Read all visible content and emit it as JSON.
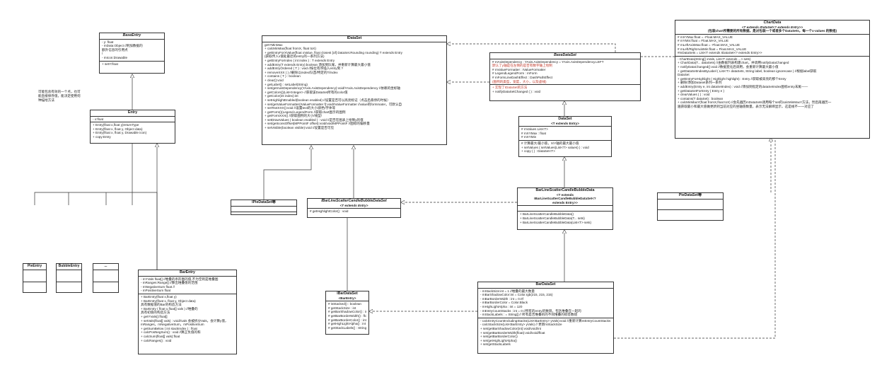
{
  "classes": {
    "baseentry": {
      "name": "BaseEntry",
      "attrs": [
        "- y: float",
        "- mData:Object //附加数据的",
        "额外信息的引用点",
        "/",
        "- mIcon:Drawable"
      ],
      "methods": [
        "+ setY:float"
      ]
    },
    "entry": {
      "name": "Entry",
      "attrs": [
        "- x:float"
      ],
      "methods": [
        "+ Entry(float x,float y)returnType",
        "+ Entry(float x, float y, Object data)",
        "+ Entry(float x, float y, Drawable icon)",
        "+ copy:Entry"
      ]
    },
    "idataset": {
      "name": "IDataSet",
      "methods": [
        "getYMinMax",
        "+ calcMinMax(float fromX, float toX)",
        "+ getEntryForXValue(float xValue, float closest [of] DataSet.Rounding rounding) T extends Entry",
        "(获取传入x值处最近的entry的一系列方法)",
        "+ getEntryForIndex ( int index ) : T extends Entry",
        "+ addEntry(T extends Entry):boolean 添加到队尾，并重新计算最大最小值",
        "+ addEntryOrdered ( T ) : void //按位有序插入entry到 ?",
        "+ removeXXX ( ) //删除以Index/队首/特定的T/index",
        "+ contains ( T ) : boolean",
        "+ clear():void",
        "+ getLabel() : setLabel(String)",
        "+ set/getAxisDependency(YAxis.AxisDependency):void/YAxis.AxisDependency //依赖的坐标轴",
        "+ getColors()(List<Integer> //获取该DataSet所有的color值",
        "+ getColor(int index):int",
        "+ setHighlightEnabled(boolean enabled) //设置是否可以高亮标记（点击后悬停的时候）",
        "+ set/getValueFormatter(IValueFormatter f):void/IValueFormatter //value的formmater，可默认自",
        "+ setTextXXX():void //设置text的大小/颜色/字体等",
        "+ getForm()(Legend.LegendForm //获取chart图示的图例",
        "+ getFormXXX() //获取图例的大小/线型/",
        "+ setDrawValues ( boolean enabled ) : void //是否在图表上绘制y的值",
        "+ set/getIconsOffset(MPPointF offset):void/void/MPPointF //图标的偏移量",
        "+ setVisible(boolean visible):void //设置是否可见"
      ]
    },
    "basedataset": {
      "name": "BaseDataSet",
      "attrs": [
        "# mAxisDependency : YAxis.AxisDependency = YAxis.AxisDependency.LEFT",
        "默认了y轴是在左侧的是否有数字轴上绘制",
        "# mValueFormatter : IValueFormatter",
        "# LegendLegendForm : mForm",
        "# mFormLineDashEffect : DashPathEffect",
        "(图例的类型，宽度，大小，以及虚线)"
      ],
      "methods": [
        "+ 实现了IDataSet的方法",
        "+ notifyDataSetChanged ( ) : void"
      ]
    },
    "chartdata": {
      "name": "ChartData",
      "stereo1": "<T extends IDataSet<? extends Entry>>",
      "stereo2": "(包装chart所需要的所有数据，是对包装一个或者多个DataSets，每一个x-values 的数组)",
      "attrs": [
        "# mXYMax:float = -Float.MAX_VALUE",
        "# mYMin:float = Float.MAX_VALUE",
        "# mLeftAxisMax:float = -Float.MAX_VALUE",
        "# mLeft/RightAxisMin:float = Float.MAX_VALUE",
        "",
        "#mDataSets = List<T extends IDataSet<? extends Entry>>"
      ],
      "methods": [
        "- ChartData(String[] xVals, List<T extends ...> sets)",
        "+ ChartData(T... dataSets) //由数据列表构建chart，并调用notifyDataChanged",
        "+ notifyDataChanged():void //数据变化后调用，会重新计算最大最小值",
        "+ getDataSetIndexByLabel ( List<T> dataSets, String label, boolean ignorecase ) //根据label获取",
        "DataSet",
        "+ getEntryForHighlight ( Highlight highlight) : Entry //获取被高亮的那个Entry",
        "+ 删除/添加Dataset系列一系列",
        "+ addEntry(Entry e, int dataSetIndex) : void //添加到指定的dataSetIndex图标entry末尾——",
        "+ getDataSetForEntry ( Entry e )",
        "+ clearValues ( ) : void",
        "+ contains(T dataSet) : boolean",
        "+ calcMinMaxY(float fromX,float toX) //会先遍历mDataSets调用每个set的calcMinMaxY方法，然后再遍历一",
        "遍获取最小和最大值做更新到当前对应的坐轴值数量，表示无法解绑显示，这是线不一一对应了"
      ]
    },
    "dataset": {
      "name": "DataSet",
      "stereo": "<T extends Entry>",
      "attrs": [
        "# mValues List<T>",
        "# mXYMax : float",
        "# mXYMin"
      ],
      "methods": [
        "# 计算最大/最小值，X/Y轴的最大最小值",
        "+ setValues ( setValues(List<T> values) ) : void",
        "+ copy ( ) : DataSet<T>"
      ]
    },
    "barline": {
      "name": "BarLineScatterCandleBubbleData",
      "stereo1": "<T extends",
      "stereo2": "IBarLineScatterCandleBubbleDataSet<?",
      "stereo3": "extends Entry>>",
      "methods": [
        "+ BarLineScatterCandleBubbleData()",
        "+ BarLineScatterCandleBubbleData(T... sets)",
        "+ BarLineScatterCandleBubbleData(List<T> sets)"
      ]
    },
    "ipiedataset": {
      "name": "IPieDataSet等"
    },
    "ibarline": {
      "name": "IBarLineScatterCandleBubbleDataSet",
      "stereo": "<T extends Entry>",
      "methods": [
        "# getHighlightColor() : void"
      ]
    },
    "piedataset": {
      "name": "PieDataSet等"
    },
    "pieentry": {
      "name": "PieEntry"
    },
    "bubbleentry": {
      "name": "BubbleEntry"
    },
    "ellipsis": {
      "name": "..."
    },
    "barentry": {
      "name": "BarEntry",
      "attrs": [
        "- mYVals float[] //堆叠的条形图的值,不为空则是堆叠图",
        "- mRanges:Range[] //算出堆叠值的范围",
        "- mNegativeSum float //",
        "- mPositiveSum float"
      ],
      "methods": [
        "+ BarEntry(float x,float y)",
        "+ BarEntry(float x, float y, Object data)",
        "  具有数据值的Bar的构造方法",
        "+ BarEntry ( float x,float[] vals ) //堆叠的",
        "  具有初值的构造方法",
        "+ getYVals():float[]",
        "+ setVals(float[] vals) : void//vals 会被拆分Vals，会计算y值，",
        "mRanges，mNegativeSum，mPositiveSum",
        "+ getSumBelow ( int stackIndex ) : float",
        "+ calcPosNegSum() : void //算正负值的和",
        "+ calcSum(float[] vals):float",
        "+ calcRanges() : void"
      ]
    },
    "ibardataset": {
      "name": "IBarDataSet",
      "stereo": "<BarEntry>",
      "methods": [
        "# isStacked() : boolean",
        "# getStackSize : int",
        "# getBarShadowColor() : int",
        "# getBarBorderWidth() : float",
        "# getBarBorderColor() : int",
        "# getHighLightAlpha() : int",
        "# getStackLabels() : String[]"
      ]
    },
    "bardataset": {
      "name": "BarDataSet",
      "attrs": [
        "- mStackSize:int = 1 //堆叠的最大数量",
        "- mBarShadowColor:int = Color.rgb(215, 215, 215)",
        "- mBarBorderWidth : int = 0.0f",
        "- mBarBorderColor = Color.Black",
        "- mHighLightAlpha : int = 120",
        "- mEntryCountStacks : int = 0 //所有的entry的数目，包括堆叠在一起的",
        "- mStackLabels : = String[] // 所有是否堆叠的的不同堆叠的标签数组"
      ],
      "methods": [
        "- calcEntryCountIncludingStacks(List<BarEntry> yVals):void //重新计算mEntryCountStacks",
        "- calcStackSize(List<BarEntry> yVals) // 更新mStackSize",
        "+ set/getBarShadowColor(int):void/void/int",
        "+ set/getBarBorderWidth(float):void/void/float",
        "+ set/getBarBorderColor()",
        "+ set/getHighLightAlpha()",
        "+ set/getStackLabels"
      ]
    }
  },
  "notes": {
    "entry_note": [
      "可能包含有效的一个点，也可",
      "能直接保存值，能决定使用何",
      "种描绘方法"
    ]
  },
  "colors": {
    "line": "#333333",
    "accent_red": "#c0392b",
    "accent_blue": "#1f4fa0"
  }
}
